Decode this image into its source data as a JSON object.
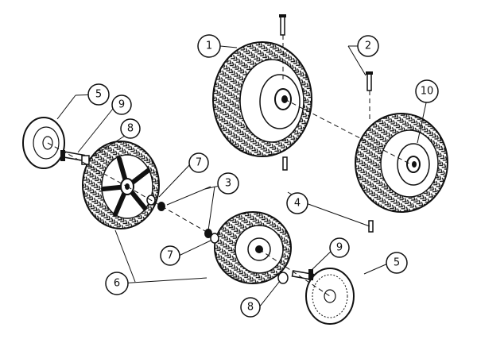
{
  "callouts": [
    {
      "id": "1",
      "label": "1"
    },
    {
      "id": "2",
      "label": "2"
    },
    {
      "id": "3",
      "label": "3"
    },
    {
      "id": "4",
      "label": "4"
    },
    {
      "id": "5a",
      "label": "5"
    },
    {
      "id": "5b",
      "label": "5"
    },
    {
      "id": "6",
      "label": "6"
    },
    {
      "id": "7a",
      "label": "7"
    },
    {
      "id": "7b",
      "label": "7"
    },
    {
      "id": "8a",
      "label": "8"
    },
    {
      "id": "8b",
      "label": "8"
    },
    {
      "id": "9a",
      "label": "9"
    },
    {
      "id": "9b",
      "label": "9"
    },
    {
      "id": "10",
      "label": "10"
    }
  ],
  "colors": {
    "ink": "#111111",
    "paper": "#ffffff"
  }
}
